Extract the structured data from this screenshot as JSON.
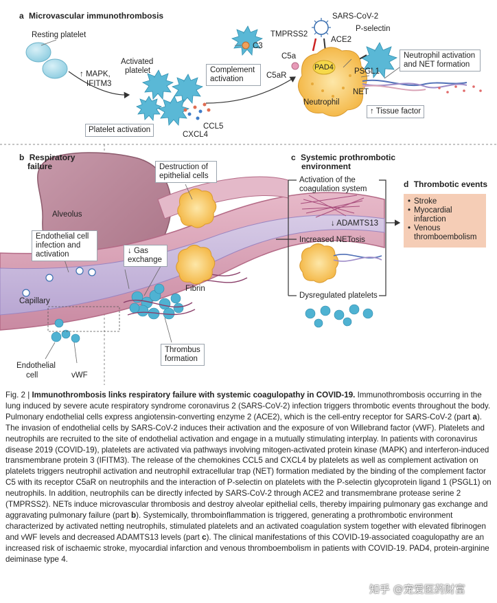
{
  "panel_a": {
    "letter": "a",
    "title": "Microvascular immunothrombosis",
    "resting_platelet": "Resting platelet",
    "mapk_line1": "↑ MAPK,",
    "mapk_line2": "IFITM3",
    "activated_platelet_line1": "Activated",
    "activated_platelet_line2": "platelet",
    "platelet_activation": "Platelet activation",
    "ccl5": "CCL5",
    "cxcl4": "CXCL4",
    "c3": "C3",
    "complement_line1": "Complement",
    "complement_line2": "activation",
    "c5a": "C5a",
    "c5ar": "C5aR",
    "tmprss2": "TMPRSS2",
    "sars_cov_2": "SARS-CoV-2",
    "ace2": "ACE2",
    "p_selectin": "P-selectin",
    "pad4": "PAD4",
    "psgl1": "PSGL1",
    "neutrophil": "Neutrophil",
    "net": "NET",
    "neutrophil_activation_line1": "Neutrophil activation",
    "neutrophil_activation_line2": "and NET formation",
    "tissue_factor": "↑ Tissue factor"
  },
  "panel_b": {
    "letter": "b",
    "title_line1": "Respiratory",
    "title_line2": "failure",
    "destruction_line1": "Destruction of",
    "destruction_line2": "epithelial cells",
    "alveolus": "Alveolus",
    "endothelial_infection_line1": "Endothelial cell",
    "endothelial_infection_line2": "infection and",
    "endothelial_infection_line3": "activation",
    "gas_exchange_line1": "↓ Gas",
    "gas_exchange_line2": "exchange",
    "capillary": "Capillary",
    "fibrin": "Fibrin",
    "endothelial_cell_line1": "Endothelial",
    "endothelial_cell_line2": "cell",
    "vwf": "vWF",
    "thrombus_line1": "Thrombus",
    "thrombus_line2": "formation"
  },
  "panel_c": {
    "letter": "c",
    "title_line1": "Systemic prothrombotic",
    "title_line2": "environment",
    "coag_line1": "Activation of the",
    "coag_line2": "coagulation system",
    "adamts13": "↓ ADAMTS13",
    "netosis": "Increased NETosis",
    "dysregulated": "Dysregulated platelets"
  },
  "panel_d": {
    "letter": "d",
    "title": "Thrombotic events",
    "events": [
      "Stroke",
      "Myocardial infarction",
      "Venous thromboembolism"
    ]
  },
  "caption": {
    "fig_num": "Fig. 2 | ",
    "title": "Immunothrombosis links respiratory failure with systemic coagulopathy in COVID-19.",
    "s1": " Immunothrombosis occurring in the lung induced by severe acute respiratory syndrome coronavirus 2 (SARS-CoV-2) infection triggers thrombotic events throughout the body. Pulmonary endothelial cells express angiotensin-converting enzyme 2 (ACE2), which is the cell-entry receptor for SARS-CoV-2 (part ",
    "ref_a": "a",
    "s2": "). The invasion of endothelial cells by SARS-CoV-2 induces their activation and the exposure of von Willebrand factor (vWF). Platelets and neutrophils are recruited to the site of endothelial activation and engage in a mutually stimulating interplay. In patients with coronavirus disease 2019 (COVID-19), platelets are activated via pathways involving mitogen-activated protein kinase (MAPK) and interferon-induced transmembrane protein 3 (IFITM3). The release of the chemokines CCL5 and CXCL4 by platelets as well as complement activation on platelets triggers neutrophil activation and neutrophil extracellular trap (NET) formation mediated by the binding of the complement factor C5 with its receptor C5aR on neutrophils and the interaction of P-selectin on platelets with the P-selectin glycoprotein ligand 1 (PSGL1) on neutrophils. In addition, neutrophils can be directly infected by SARS-CoV-2 through ACE2 and transmembrane protease serine 2 (TMPRSS2). NETs induce microvascular thrombosis and destroy alveolar epithelial cells, thereby impairing pulmonary gas exchange and aggravating pulmonary failure (part ",
    "ref_b": "b",
    "s3": "). Systemically, thromboinflammation is triggered, generating a prothrombotic environment characterized by activated netting neutrophils, stimulated platelets and an activated coagulation system together with elevated fibrinogen and vWF levels and decreased ADAMTS13 levels (part ",
    "ref_c": "c",
    "s4": "). The clinical manifestations of this COVID-19-associated coagulopathy are an increased risk of ischaemic stroke, myocardial infarction and venous thromboembolism in patients with COVID-19. PAD4, protein-arginine deiminase type 4."
  },
  "watermark": "知乎 @宠爱医药财富",
  "colors": {
    "platelet": "#5ab8d6",
    "neutrophil": "#f7c55a",
    "vessel_wall": "#d8a0b4",
    "alveolus": "#b98596",
    "panel_d_bg": "#f5cdb6"
  }
}
